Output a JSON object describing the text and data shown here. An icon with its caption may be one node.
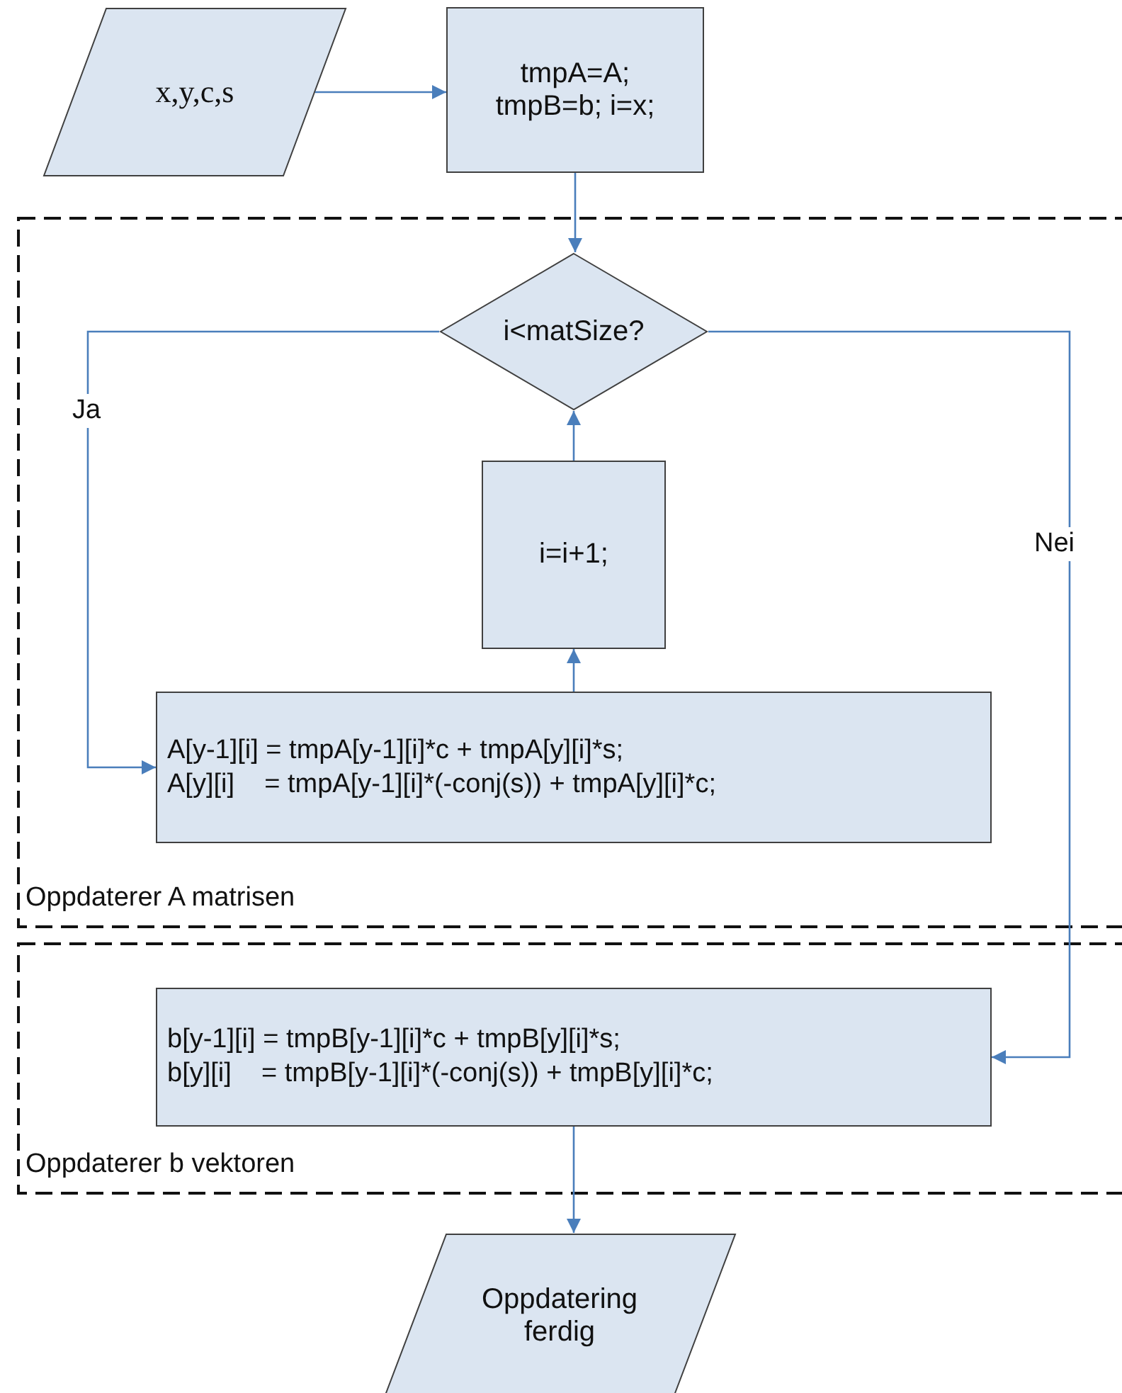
{
  "diagram": {
    "nodes": [
      {
        "text": [
          "x,y,c,s"
        ]
      },
      {
        "text": [
          "tmpA=A; tmpB=b; i=x;"
        ]
      },
      {
        "text": [
          "Oppdaterer A matrisen"
        ]
      },
      {
        "text": [
          "i<matSize?"
        ],
        "in": 2
      },
      {
        "text": [
          "i=i+1;"
        ],
        "in": 2
      },
      {
        "text": [
          "A[y-1][i] = tmpA[y-1][i]*c + tmpA[y][i]*s;",
          "A[y][i]    = tmpA[y-1][i]*(-conj(s)) + tmpA[y][i]*c;"
        ],
        "in": 2
      },
      {
        "text": [
          "Oppdaterer b vektoren"
        ]
      },
      {
        "text": [
          "b[y-1][i] = tmpB[y-1][i]*c + tmpB[y][i]*s;",
          "b[y][i]    = tmpB[y-1][i]*(-conj(s)) + tmpB[y][i]*c;"
        ],
        "in": 6
      },
      {
        "text": [
          "Oppdatering ferdig"
        ]
      }
    ],
    "edges": [
      {
        "from": 0,
        "to": 1,
        "arrow": "to"
      },
      {
        "from": 1,
        "to": 3,
        "arrow": "to"
      },
      {
        "from": 3,
        "to": 5,
        "arrow": "to",
        "label": "Ja"
      },
      {
        "from": 4,
        "to": 3,
        "arrow": "to"
      },
      {
        "from": 5,
        "to": 4,
        "arrow": "to"
      },
      {
        "from": 3,
        "to": 7,
        "arrow": "to",
        "label": "Nei"
      },
      {
        "from": 7,
        "to": 8,
        "arrow": "to"
      }
    ]
  }
}
